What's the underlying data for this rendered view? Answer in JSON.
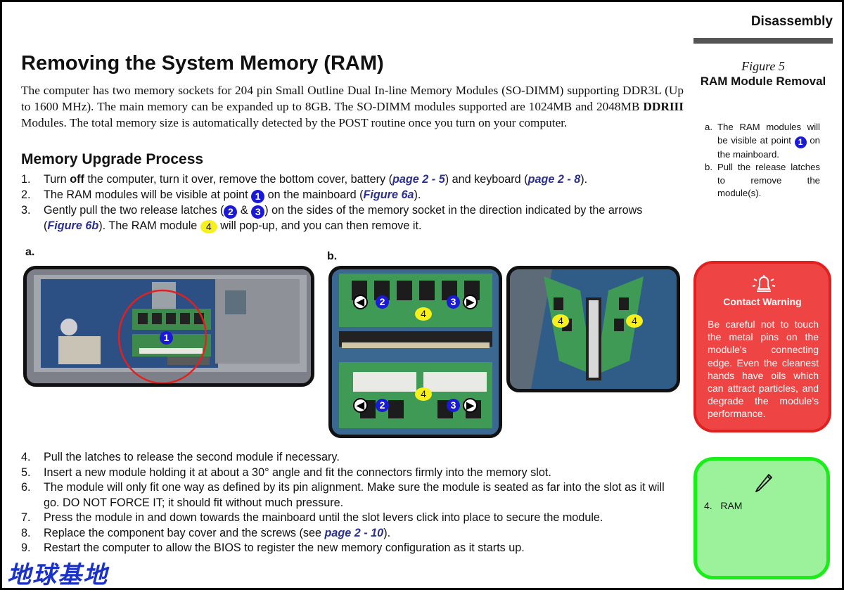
{
  "header": {
    "section": "Disassembly"
  },
  "title": "Removing the System Memory (RAM)",
  "intro": {
    "p1": "The computer has two memory sockets for 204 pin Small Outline Dual In-line Memory Modules (SO-DIMM) supporting DDR3L (Up to 1600 MHz). The main memory can be expanded up to 8GB. The SO-DIMM modules supported are 1024MB and 2048MB ",
    "bold": "DDRIII",
    "p2": " Modules. The total memory size is automatically detected by the POST routine once you turn on your computer."
  },
  "subtitle": "Memory Upgrade Process",
  "steps_top": {
    "s1": {
      "num": "1.",
      "a": "Turn ",
      "b": "off",
      "c": " the computer, turn it over, remove the bottom cover, battery (",
      "ref1": "page 2 - 5",
      "d": ") and keyboard (",
      "ref2": "page 2 - 8",
      "e": ")."
    },
    "s2": {
      "num": "2.",
      "a": "The RAM modules will be visible at point ",
      "mark": "1",
      "b": " on the mainboard (",
      "ref": "Figure 6a",
      "c": ")."
    },
    "s3": {
      "num": "3.",
      "a": "Gently pull the two release latches (",
      "m1": "2",
      "amp": " & ",
      "m2": "3",
      "b": ") on the sides of the memory socket in the direction indicated by the arrows (",
      "ref": "Figure 6b",
      "c": ").  The RAM module ",
      "m3": "4",
      "d": " will pop-up, and you can then remove it."
    }
  },
  "figure": {
    "label_a": "a.",
    "label_b": "b.",
    "m1": "1",
    "m2": "2",
    "m3": "3",
    "m4": "4"
  },
  "steps_bottom": [
    {
      "num": "4.",
      "text": "Pull the latches to release the second module if necessary."
    },
    {
      "num": "5.",
      "text": "Insert a new module holding it at about a 30° angle and fit the connectors firmly into the memory slot."
    },
    {
      "num": "6.",
      "text": "The module will only fit one way as defined by its pin alignment. Make sure the module is seated as far into the slot as it will go. DO NOT FORCE IT; it should fit without much pressure."
    },
    {
      "num": "7.",
      "text": "Press the module in and down towards the mainboard until the slot levers click into place to secure the module."
    },
    {
      "num": "8.",
      "text": "Replace the component bay cover and the screws (see ",
      "ref": "page 2 - 10",
      "end": ")."
    },
    {
      "num": "9.",
      "text": "Restart the computer to allow the BIOS to register the new memory configuration as it starts up."
    }
  ],
  "sidebar": {
    "fig_num": "Figure 5",
    "fig_caption": "RAM Module Removal",
    "note_a": {
      "num": "a.",
      "text": "The RAM modules will be visible at point ",
      "mark": "1",
      "end": " on the mainboard."
    },
    "note_b": {
      "num": "b.",
      "text": "Pull the release latches to remove the module(s)."
    }
  },
  "warning": {
    "title": "Contact Warning",
    "text": "Be careful not to touch the metal pins on the module's connecting edge. Even the cleanest hands have oils which can attract particles, and degrade the module's performance."
  },
  "note": {
    "num": "4.",
    "text": "RAM"
  },
  "watermark": "地球基地",
  "colors": {
    "warning_bg": "#ee4444",
    "note_bg": "#9cf29a",
    "marker_blue": "#1a1ad6",
    "marker_yellow": "#f7f01a",
    "ref_text": "#2b2f8f"
  }
}
